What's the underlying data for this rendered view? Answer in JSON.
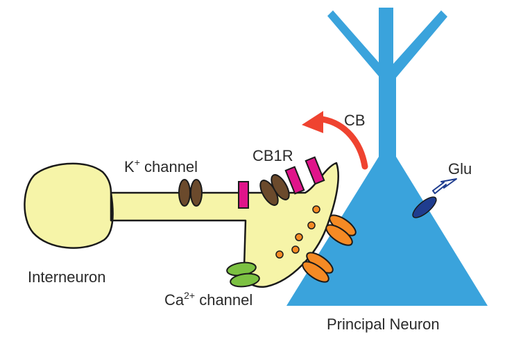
{
  "labels": {
    "k_channel": {
      "main": "K",
      "sup": "+",
      "rest": " channel"
    },
    "cb1r": "CB1R",
    "cb": "CB",
    "glu": "Glu",
    "interneuron": "Interneuron",
    "ca_channel": {
      "main": "Ca",
      "sup": "2+",
      "rest": " channel"
    },
    "principal_neuron": "Principal Neuron"
  },
  "colors": {
    "interneuron_fill": "#f6f4a8",
    "principal_fill": "#3aa3dc",
    "k_channel": "#6b4a2c",
    "cb1r": "#e0148a",
    "cb_arrow": "#ef4330",
    "glu_receptor": "#1f3d8f",
    "vesicle": "#f58a24",
    "ca_channel": "#7cc142",
    "postsynaptic_channel": "#f58a24",
    "outline": "#1a1a1a"
  }
}
